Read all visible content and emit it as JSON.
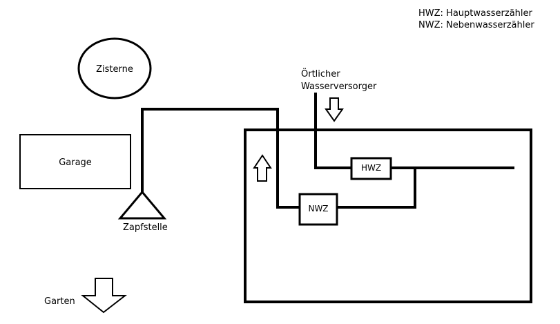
{
  "legend": {
    "hwz": "HWZ: Hauptwasserzähler",
    "nwz": "NWZ: Nebenwasserzähler"
  },
  "nodes": {
    "cistern": "Zisterne",
    "garage": "Garage",
    "tap": "Zapfstelle",
    "garden": "Garten",
    "supplier_line1": "Örtlicher",
    "supplier_line2": "Wasserversorger",
    "main_meter": "HWZ",
    "sub_meter": "NWZ"
  },
  "colors": {
    "line": "#000000",
    "background": "#ffffff"
  }
}
